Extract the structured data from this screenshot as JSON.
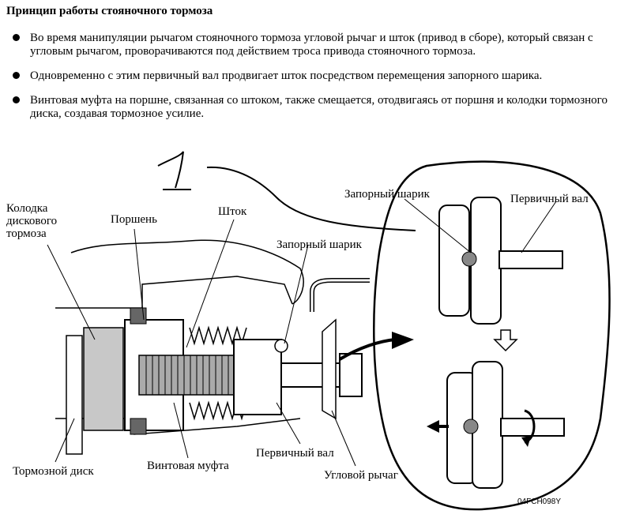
{
  "doc": {
    "title": "Принцип работы стояночного тормоза",
    "bullets": [
      "Во время манипуляции рычагом стояночного тормоза угловой рычаг и шток (привод в сборе), который связан с угловым рычагом, проворачиваются под действием троса привода стояночного тормоза.",
      "Одновременно с этим первичный вал продвигает шток посредством перемещения запорного шарика.",
      "Винтовая муфта на поршне, связанная со штоком, также смещается, отодвигаясь от поршня и колодки тормозного диска, создавая тормозное усилие."
    ]
  },
  "figure": {
    "labels": {
      "pad": "Колодка\nдискового\nтормоза",
      "piston": "Поршень",
      "rod": "Шток",
      "lock_ball": "Запорный шарик",
      "lock_ball_detail": "Запорный шарик",
      "input_shaft_detail": "Первичный вал",
      "disc": "Тормозной диск",
      "screw_sleeve": "Винтовая муфта",
      "input_shaft": "Первичный вал",
      "angle_lever": "Угловой рычаг"
    },
    "code": "04FCH098Y"
  }
}
